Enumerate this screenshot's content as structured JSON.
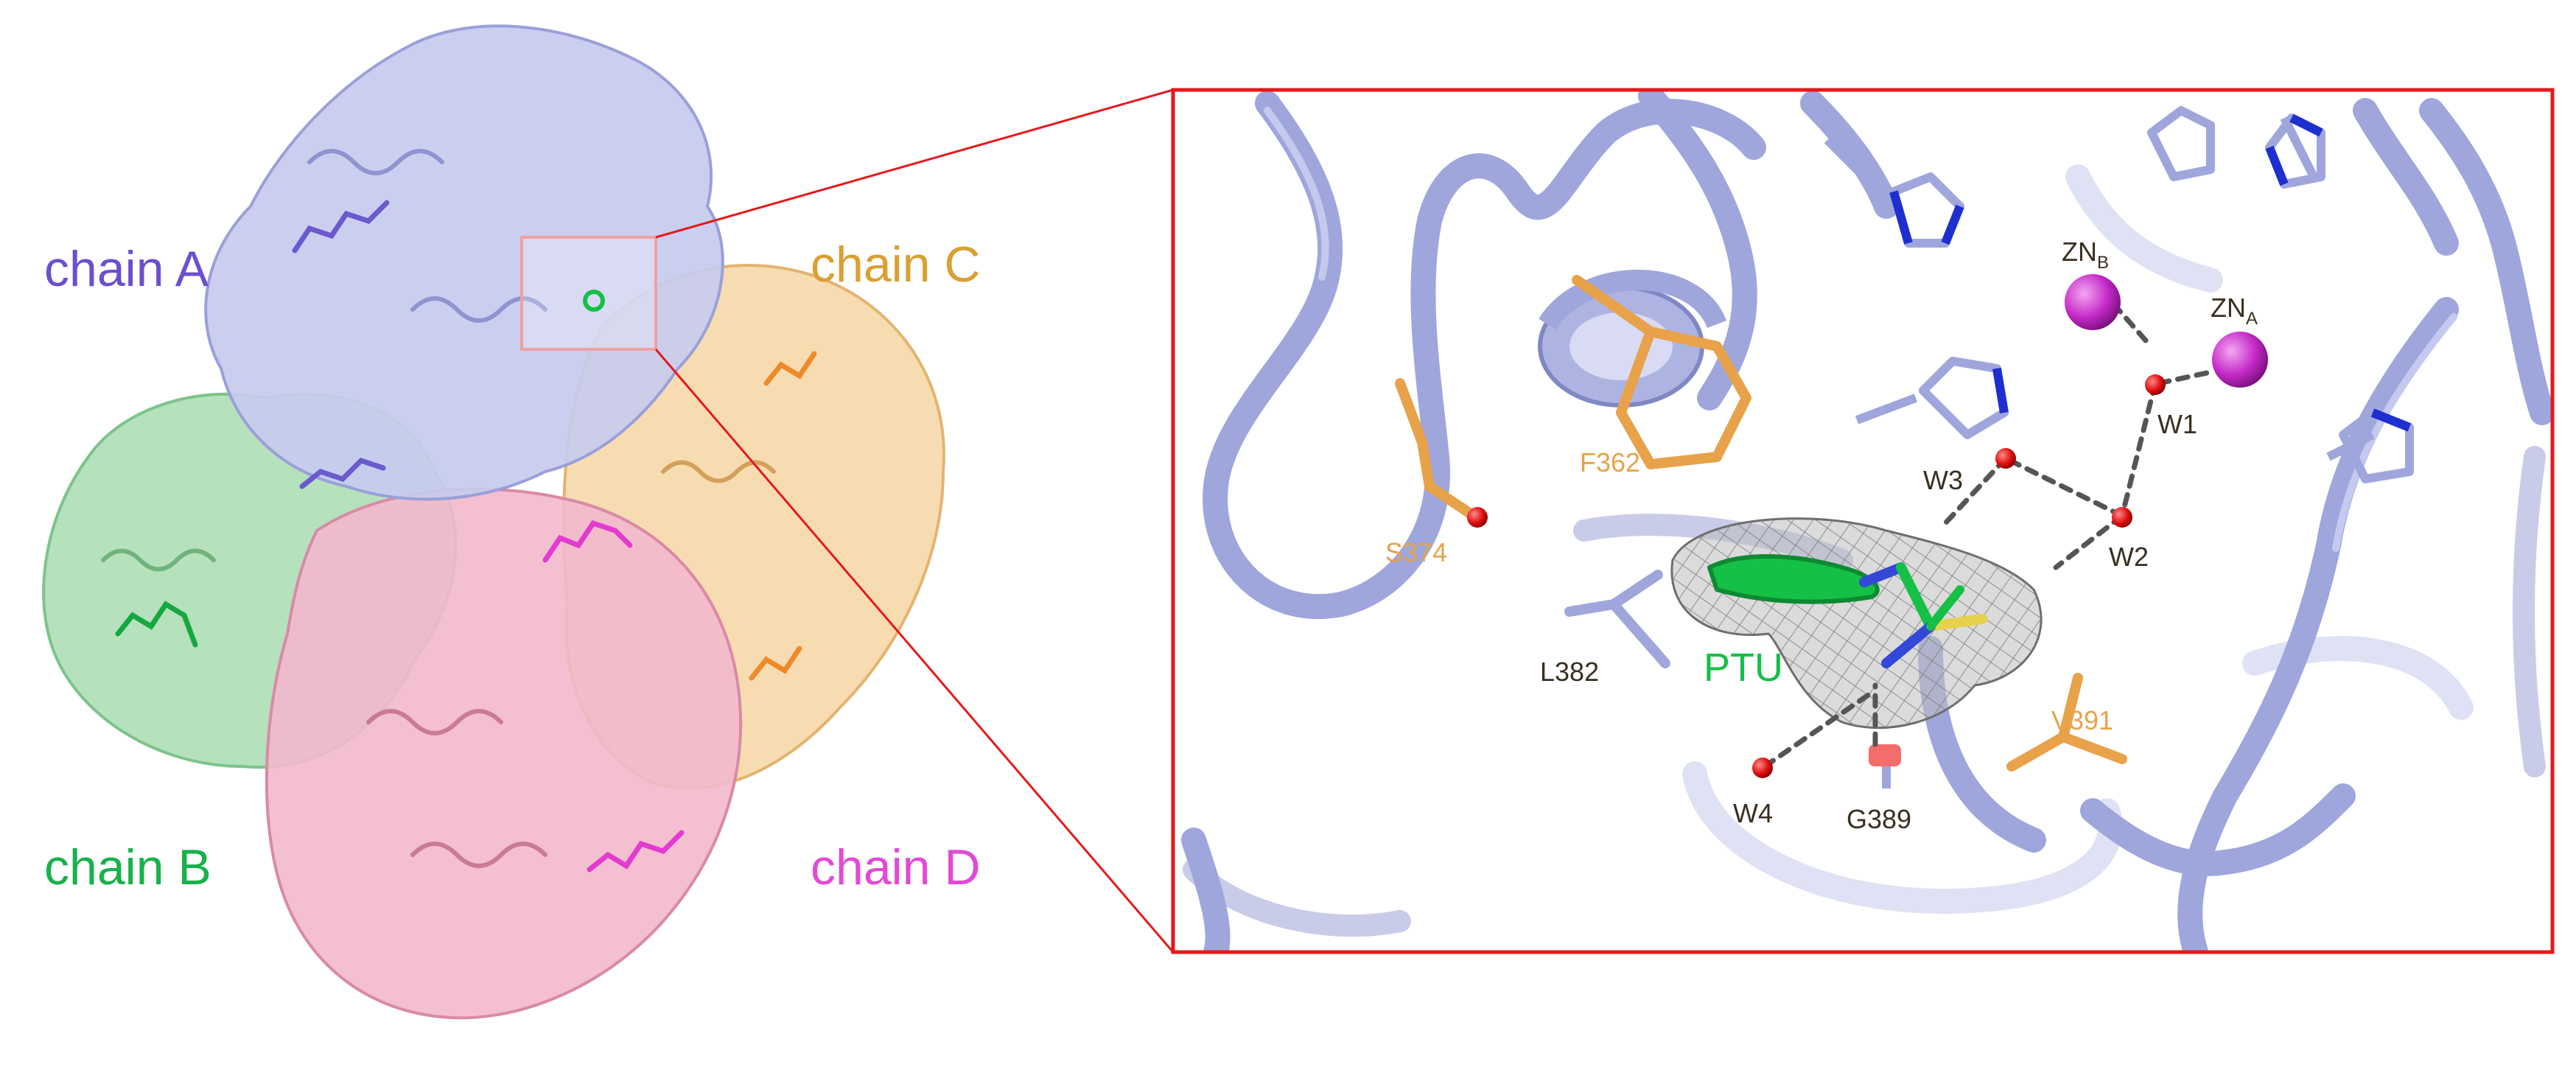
{
  "colors": {
    "chainA": "#6b4fcf",
    "chainB": "#17b24a",
    "chainC": "#d9a032",
    "chainD": "#e24ad6",
    "orange_residue": "#e8a24a",
    "dark_label": "#3a2f1f",
    "ptu": "#14c046",
    "water": "#e01010",
    "zinc": "#c42ac8",
    "callout": "#e31a1c",
    "ribbon": "#9fa6dc"
  },
  "overview": {
    "chains": {
      "a": "chain A",
      "b": "chain B",
      "c": "chain C",
      "d": "chain D"
    }
  },
  "inset": {
    "zinc": {
      "b_main": "ZN",
      "b_sub": "B",
      "a_main": "ZN",
      "a_sub": "A"
    },
    "waters": [
      "W1",
      "W2",
      "W3",
      "W4"
    ],
    "residues": {
      "f362": "F362",
      "s374": "S374",
      "l382": "L382",
      "g389": "G389",
      "v391": "V391"
    },
    "ligand": "PTU"
  }
}
